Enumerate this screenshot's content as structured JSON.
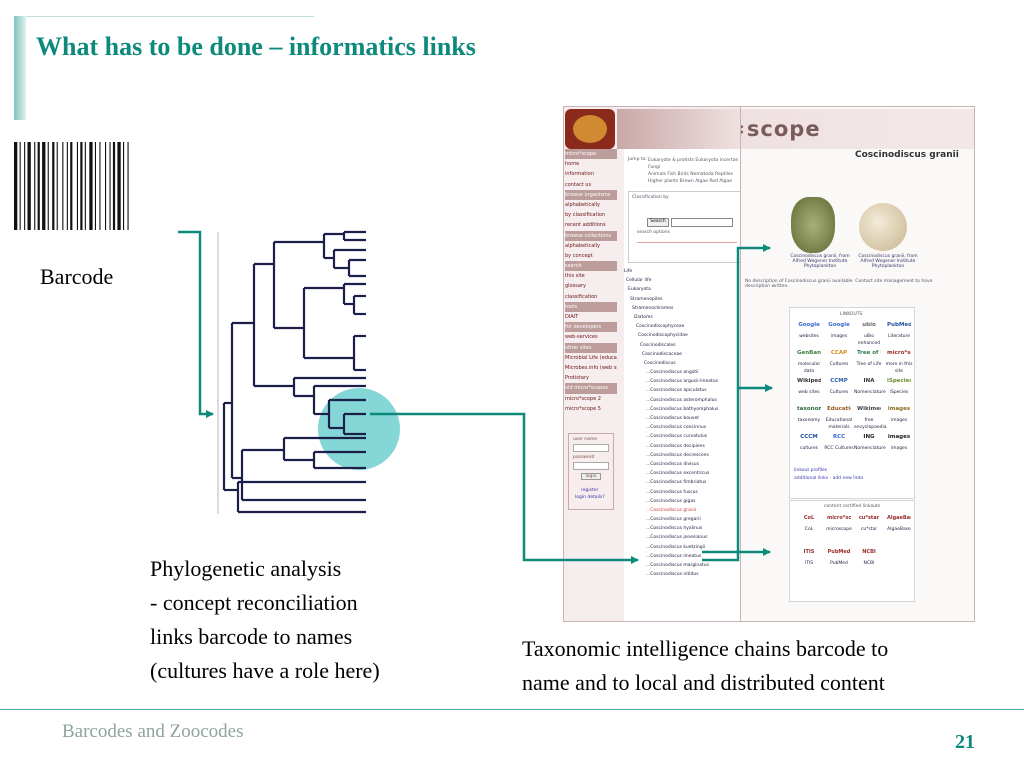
{
  "slide": {
    "title": "What has to be done – informatics links",
    "footer": "Barcodes and Zoocodes",
    "page_number": "21",
    "accent_color": "#0d8a7c",
    "arrow_color": "#0d8a7c"
  },
  "barcode": {
    "label": "Barcode"
  },
  "phylogenetic": {
    "lines": [
      "Phylogenetic analysis",
      "- concept reconciliation",
      "links barcode to names",
      "(cultures have a role here)"
    ]
  },
  "taxonomic": {
    "lines": [
      "Taxonomic intelligence chains barcode to",
      "name and to local and distributed content"
    ]
  },
  "microscope_site": {
    "logo_text": "micro∗scope",
    "nav": [
      {
        "label": "micro*scope",
        "head": true
      },
      {
        "label": "home"
      },
      {
        "label": "information"
      },
      {
        "label": "contact us"
      },
      {
        "label": "browse organisms",
        "head": true
      },
      {
        "label": "alphabetically"
      },
      {
        "label": "by classification"
      },
      {
        "label": "recent additions"
      },
      {
        "label": "browse collections",
        "head": true
      },
      {
        "label": "alphabetically"
      },
      {
        "label": "by concept"
      },
      {
        "label": "search",
        "head": true
      },
      {
        "label": "this site"
      },
      {
        "label": "glossary"
      },
      {
        "label": "classification"
      },
      {
        "label": "tools",
        "head": true
      },
      {
        "label": "DIAIT"
      },
      {
        "label": "for developers",
        "head": true
      },
      {
        "label": "web-services"
      },
      {
        "label": "other sites",
        "head": true
      },
      {
        "label": "Microbial Life (education)"
      },
      {
        "label": "Microbes.info (web sites)"
      },
      {
        "label": "Protistary"
      },
      {
        "label": "old micro*scopes",
        "head": true
      },
      {
        "label": "micro*scope 2"
      },
      {
        "label": "micro*scope 5"
      }
    ],
    "login": {
      "user_name_label": "user name",
      "password_label": "password",
      "login_button": "login",
      "register_link": "register",
      "login_details_link": "login details?"
    },
    "jump_to": {
      "label": "Jump to:",
      "lines": [
        "Eukaryote & protists Eukaryota incertae",
        "Fungi",
        "Animals Fish Birds Nematoda Reptiles",
        "Higher plants Brown Algae Red Algae"
      ]
    },
    "classification_label": "Classification by",
    "search_button": "Search",
    "search_options": "search options",
    "taxonomy_list": [
      "Life",
      "Cellular life",
      "Eukaryota",
      "Stramenopiles",
      "Stramenochromes",
      "Diatoms",
      "Coscinodiscophyceae",
      "Coscinodiscophycidae",
      "Coscinodiscales",
      "Coscinodiscaceae",
      "Coscinodiscus",
      "...Coscinodiscus angstii",
      "...Coscinodiscus argusii-lineatus",
      "...Coscinodiscus apiculatus",
      "...Coscinodiscus asteromphalus",
      "...Coscinodiscus bathyomphalus",
      "...Coscinodiscus bouvet",
      "...Coscinodiscus concinnus",
      "...Coscinodiscus curvatulus",
      "...Coscinodiscus decipiens",
      "...Coscinodiscus decrescens",
      "...Coscinodiscus divisus",
      "...Coscinodiscus excentricus",
      "...Coscinodiscus fimbriatus",
      "...Coscinodiscus fuscus",
      "...Coscinodiscus gigas",
      "...Coscinodiscus granii",
      "...Coscinodiscus gregarii",
      "...Coscinodiscus hyalinus",
      "...Coscinodiscus jonesianus",
      "...Coscinodiscus kuetzingii",
      "...Coscinodiscus lineatus",
      "...Coscinodiscus marginatus",
      "...Coscinodiscus nitidus"
    ],
    "species_title": "Coscinodiscus granii",
    "image_captions": [
      "Coscinodiscus granii, from Alfred Wegener Institute Phytoplankton",
      "Coscinodiscus granii, from Alfred Wegener Institute Phytoplankton"
    ],
    "description_note": "No description of Coscinodiscus granii available. Contact site management to have description written.",
    "linkouts_label": "LINKOUTS",
    "linkouts": [
      {
        "name": "Google",
        "caption": "websites"
      },
      {
        "name": "Google",
        "caption": "images"
      },
      {
        "name": "ubio",
        "caption": "uBio enhanced"
      },
      {
        "name": "PubMed",
        "caption": "Literature"
      },
      {
        "name": "GenBank",
        "caption": "molecular data"
      },
      {
        "name": "CCAP",
        "caption": "Cultures"
      },
      {
        "name": "Tree of Life",
        "caption": "Tree of Life"
      },
      {
        "name": "micro*scope",
        "caption": "more in this site"
      },
      {
        "name": "Wikipedia",
        "caption": "web sites"
      },
      {
        "name": "CCMP",
        "caption": "Cultures"
      },
      {
        "name": "INA",
        "caption": "Nomenclature"
      },
      {
        "name": "iSpecies",
        "caption": "iSpecies"
      },
      {
        "name": "taxonomy",
        "caption": "taxonomy"
      },
      {
        "name": "Educational materials",
        "caption": "Educational materials"
      },
      {
        "name": "Wikimedia",
        "caption": "free encyclopaedia"
      },
      {
        "name": "images",
        "caption": "images"
      },
      {
        "name": "CCCM",
        "caption": "cultures"
      },
      {
        "name": "RCC",
        "caption": "RCC Cultures"
      },
      {
        "name": "ING",
        "caption": "Nomenclature"
      },
      {
        "name": "images",
        "caption": "images"
      }
    ],
    "linkout_profiles": "linkout profiles",
    "add_links": "additional links - add new links",
    "certified_label": "content certified linkouts",
    "certified": [
      {
        "name": "CoL",
        "caption": "CoL"
      },
      {
        "name": "micro*scope",
        "caption": "microscope"
      },
      {
        "name": "cu*star",
        "caption": "cu*star"
      },
      {
        "name": "AlgaeBase",
        "caption": "AlgaeBase"
      },
      {
        "name": "ITIS",
        "caption": "ITIS"
      },
      {
        "name": "PubMed",
        "caption": "PubMed"
      },
      {
        "name": "NCBI",
        "caption": "NCBI"
      }
    ]
  }
}
